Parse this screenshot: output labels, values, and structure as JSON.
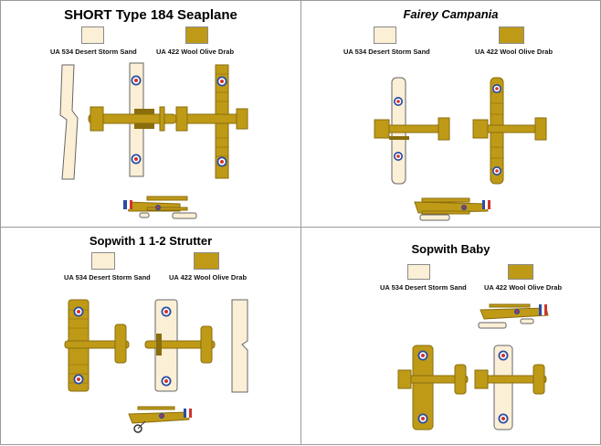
{
  "colors": {
    "sand": "#fbefd6",
    "olive": "#bf9a17",
    "olive_dark": "#8a6d0c",
    "roundel_blue": "#2a4da3",
    "roundel_red": "#d0342c"
  },
  "panels": [
    {
      "title": "SHORT Type 184 Seaplane",
      "swatch_sand_label": "UA 534 Desert Storm Sand",
      "swatch_olive_label": "UA 422 Wool Olive Drab"
    },
    {
      "title": "Fairey Campania",
      "swatch_sand_label": "UA 534 Desert Storm Sand",
      "swatch_olive_label": "UA 422 Wool Olive Drab"
    },
    {
      "title": "Sopwith 1 1-2 Strutter",
      "swatch_sand_label": "UA 534 Desert Storm Sand",
      "swatch_olive_label": "UA 422 Wool Olive Drab"
    },
    {
      "title": "Sopwith Baby",
      "swatch_sand_label": "UA 534 Desert Storm Sand",
      "swatch_olive_label": "UA 422 Wool Olive Drab"
    }
  ]
}
